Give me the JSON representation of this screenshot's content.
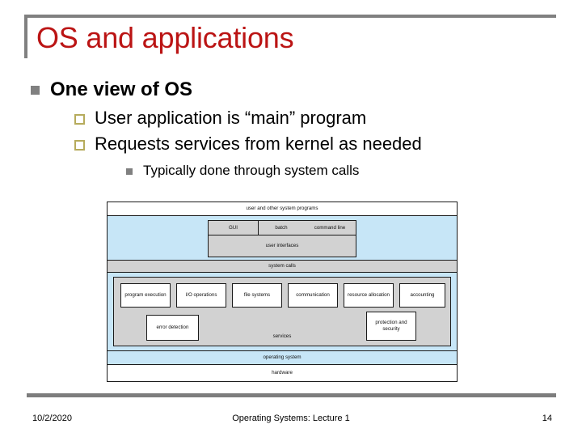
{
  "slide": {
    "title": "OS and applications",
    "accent_color": "#bb1414",
    "rule_color": "#808080"
  },
  "bullets": {
    "level1": {
      "text": "One view of OS",
      "marker": "filled-square-gray",
      "marker_color": "#808080"
    },
    "level2": [
      {
        "text": "User application is “main” program",
        "marker": "hollow-square-olive",
        "marker_color": "#b6ab5c"
      },
      {
        "text": "Requests services from kernel as needed",
        "marker": "hollow-square-olive",
        "marker_color": "#b6ab5c"
      }
    ],
    "level3": [
      {
        "text": "Typically done through system calls",
        "marker": "filled-square-gray",
        "marker_color": "#808080"
      }
    ]
  },
  "diagram": {
    "name": "operating-system-services-diagram",
    "colors": {
      "blue": "#c7e6f7",
      "gray": "#d2d2d2",
      "white": "#ffffff",
      "border": "#1a1a1a"
    },
    "user_programs": "user and other system programs",
    "user_interfaces": {
      "gui": "GUI",
      "batch": "batch",
      "command_line": "command line",
      "caption": "user interfaces"
    },
    "system_calls": "system calls",
    "services_label": "services",
    "service_tiles_row1": [
      "program execution",
      "I/O operations",
      "file systems",
      "communication",
      "resource allocation",
      "accounting"
    ],
    "service_tiles_row2": [
      "error detection",
      "protection and security"
    ],
    "operating_system": "operating system",
    "hardware": "hardware"
  },
  "footer": {
    "date": "10/2/2020",
    "center": "Operating Systems: Lecture 1",
    "page": "14"
  }
}
